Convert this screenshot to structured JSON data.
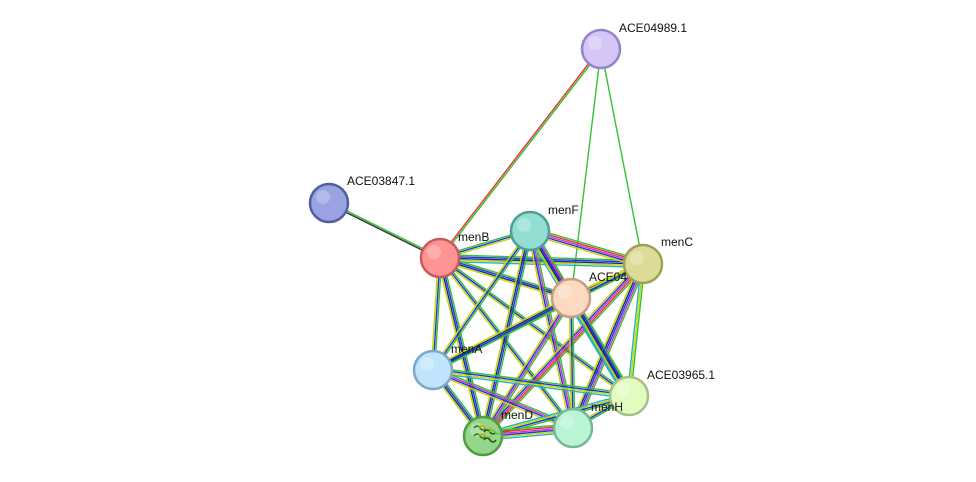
{
  "diagram": {
    "type": "protein-interaction-network",
    "evidence_colors": {
      "green": "#33c233",
      "red": "#e8332d",
      "blue": "#2233dd",
      "dark_blue": "#1a2a8a",
      "yellow": "#c8d600",
      "magenta": "#cc33cc",
      "cyan": "#22b5c8",
      "black": "#333333",
      "light_blue": "#7aa8ee"
    },
    "nodes": [
      {
        "id": "ACE04989.1",
        "label": "ACE04989.1",
        "color": "#d5c6f7",
        "stroke": "#9883c8"
      },
      {
        "id": "ACE03847.1",
        "label": "ACE03847.1",
        "color": "#99a3e3",
        "stroke": "#535f9c"
      },
      {
        "id": "menB",
        "label": "menB",
        "color": "#ff9494",
        "stroke": "#c75b5b"
      },
      {
        "id": "menF",
        "label": "menF",
        "color": "#93ddd3",
        "stroke": "#4e9f95"
      },
      {
        "id": "menC",
        "label": "menC",
        "color": "#dcdc96",
        "stroke": "#a09f5a"
      },
      {
        "id": "ACE04",
        "label": "ACE04",
        "color": "#fdd9c0",
        "stroke": "#c59e85"
      },
      {
        "id": "menA",
        "label": "menA",
        "color": "#bfe4fb",
        "stroke": "#7ea8c6"
      },
      {
        "id": "ACE03965.1",
        "label": "ACE03965.1",
        "color": "#e2fcc0",
        "stroke": "#a5c286"
      },
      {
        "id": "menD",
        "label": "menD",
        "color": "#94d68a",
        "stroke": "#4f9d45"
      },
      {
        "id": "menH",
        "label": "menH",
        "color": "#b9f5d4",
        "stroke": "#74b895"
      }
    ],
    "edges": [
      {
        "source": "ACE04989.1",
        "target": "menB",
        "evidence": [
          "green",
          "red"
        ]
      },
      {
        "source": "ACE04989.1",
        "target": "menC",
        "evidence": [
          "green"
        ]
      },
      {
        "source": "ACE04989.1",
        "target": "ACE04",
        "evidence": [
          "green"
        ]
      },
      {
        "source": "ACE03847.1",
        "target": "menB",
        "evidence": [
          "green",
          "black"
        ]
      },
      {
        "source": "menB",
        "target": "menF",
        "evidence": [
          "green",
          "blue",
          "yellow"
        ]
      },
      {
        "source": "menB",
        "target": "menC",
        "evidence": [
          "green",
          "blue",
          "dark_blue",
          "yellow",
          "cyan"
        ]
      },
      {
        "source": "menB",
        "target": "ACE04",
        "evidence": [
          "green",
          "blue",
          "dark_blue",
          "yellow"
        ]
      },
      {
        "source": "menB",
        "target": "menA",
        "evidence": [
          "green",
          "blue",
          "yellow"
        ]
      },
      {
        "source": "menB",
        "target": "ACE03965.1",
        "evidence": [
          "green",
          "blue",
          "yellow"
        ]
      },
      {
        "source": "menB",
        "target": "menD",
        "evidence": [
          "green",
          "blue",
          "dark_blue",
          "yellow"
        ]
      },
      {
        "source": "menB",
        "target": "menH",
        "evidence": [
          "green",
          "blue",
          "yellow"
        ]
      },
      {
        "source": "menF",
        "target": "menC",
        "evidence": [
          "green",
          "red",
          "magenta",
          "blue",
          "yellow"
        ]
      },
      {
        "source": "menF",
        "target": "ACE04",
        "evidence": [
          "green",
          "red",
          "blue",
          "yellow"
        ]
      },
      {
        "source": "menF",
        "target": "menA",
        "evidence": [
          "green",
          "blue",
          "yellow"
        ]
      },
      {
        "source": "menF",
        "target": "ACE03965.1",
        "evidence": [
          "green",
          "magenta",
          "blue",
          "dark_blue",
          "yellow",
          "cyan"
        ]
      },
      {
        "source": "menF",
        "target": "menD",
        "evidence": [
          "green",
          "blue",
          "dark_blue",
          "yellow"
        ]
      },
      {
        "source": "menF",
        "target": "menH",
        "evidence": [
          "green",
          "magenta",
          "blue",
          "yellow"
        ]
      },
      {
        "source": "menC",
        "target": "ACE04",
        "evidence": [
          "green",
          "blue",
          "dark_blue",
          "yellow"
        ]
      },
      {
        "source": "menC",
        "target": "menA",
        "evidence": [
          "green",
          "blue",
          "yellow"
        ]
      },
      {
        "source": "menC",
        "target": "ACE03965.1",
        "evidence": [
          "green",
          "yellow",
          "cyan"
        ]
      },
      {
        "source": "menC",
        "target": "menD",
        "evidence": [
          "green",
          "red",
          "magenta",
          "blue",
          "yellow"
        ]
      },
      {
        "source": "menC",
        "target": "menH",
        "evidence": [
          "green",
          "magenta",
          "blue",
          "dark_blue",
          "yellow"
        ]
      },
      {
        "source": "ACE04",
        "target": "menA",
        "evidence": [
          "green",
          "blue",
          "dark_blue",
          "yellow"
        ]
      },
      {
        "source": "ACE04",
        "target": "ACE03965.1",
        "evidence": [
          "green",
          "blue",
          "dark_blue",
          "yellow",
          "cyan"
        ]
      },
      {
        "source": "ACE04",
        "target": "menD",
        "evidence": [
          "green",
          "magenta",
          "blue",
          "yellow"
        ]
      },
      {
        "source": "ACE04",
        "target": "menH",
        "evidence": [
          "green",
          "blue",
          "yellow"
        ]
      },
      {
        "source": "menA",
        "target": "ACE03965.1",
        "evidence": [
          "green",
          "blue",
          "yellow",
          "cyan"
        ]
      },
      {
        "source": "menA",
        "target": "menD",
        "evidence": [
          "green",
          "blue",
          "dark_blue",
          "yellow"
        ]
      },
      {
        "source": "menA",
        "target": "menH",
        "evidence": [
          "green",
          "magenta",
          "blue",
          "yellow"
        ]
      },
      {
        "source": "ACE03965.1",
        "target": "menD",
        "evidence": [
          "green",
          "blue",
          "yellow",
          "cyan"
        ]
      },
      {
        "source": "ACE03965.1",
        "target": "menH",
        "evidence": [
          "green",
          "blue",
          "yellow"
        ]
      },
      {
        "source": "menD",
        "target": "menH",
        "evidence": [
          "green",
          "red",
          "magenta",
          "blue",
          "yellow",
          "cyan"
        ]
      }
    ]
  }
}
